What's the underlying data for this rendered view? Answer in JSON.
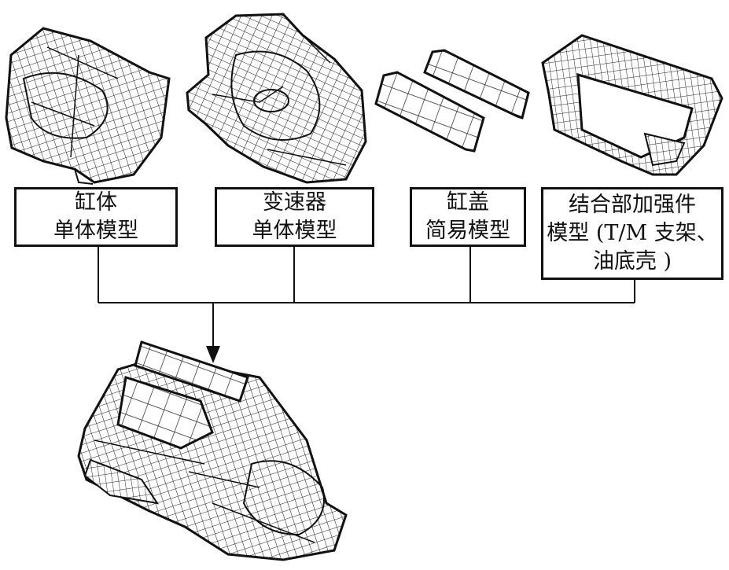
{
  "components": [
    {
      "id": "cylinder-block",
      "lines": [
        "缸体",
        "单体模型"
      ]
    },
    {
      "id": "transmission",
      "lines": [
        "变速器",
        "单体模型"
      ]
    },
    {
      "id": "cylinder-head",
      "lines": [
        "缸盖",
        "简易模型"
      ]
    },
    {
      "id": "joint-reinforcement",
      "lines": [
        "结合部加强件",
        "模型 (T/M 支架、",
        "油底壳 )"
      ]
    }
  ],
  "colors": {
    "line": "#111111",
    "background": "#ffffff"
  },
  "icons": [
    "engine-block-mesh-icon",
    "transmission-mesh-icon",
    "cylinder-head-mesh-icon",
    "oil-pan-bracket-mesh-icon",
    "assembled-powertrain-mesh-icon"
  ]
}
